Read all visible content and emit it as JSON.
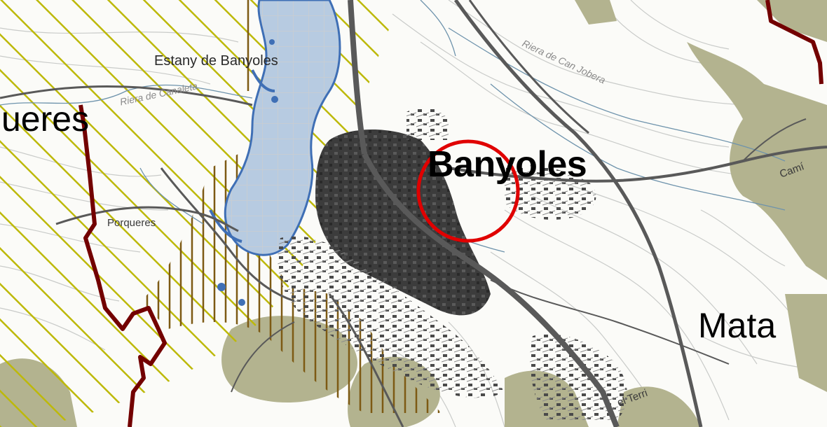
{
  "map": {
    "colors": {
      "background": "#fbfbf8",
      "contour": "#c9cbc9",
      "stream": "#6e93ac",
      "lake_fill": "#b7cbe1",
      "lake_grid": "#c7c7c7",
      "lake_shore": "#3f6fb5",
      "hatch_diagonal": "#bdb90a",
      "hatch_vertical": "#7d5a14",
      "urban": "#3a3a3a",
      "road": "#595959",
      "forest": "#b3b38f",
      "boundary": "#730000",
      "marker": "#e00000"
    },
    "labels": {
      "city": "Banyoles",
      "town_left": "ueres",
      "town_right": "Mata",
      "lake": "Estany de Banyoles",
      "locality": "Porqueres",
      "river_1": "Riera de Canaleta",
      "river_2": "Riera de Can Jobera",
      "road_right": "Camí",
      "place_bottom": "el Terri"
    },
    "icons": {
      "marker": "red-circle-marker"
    }
  }
}
